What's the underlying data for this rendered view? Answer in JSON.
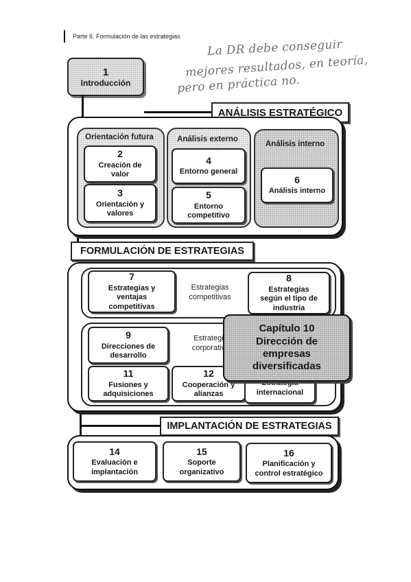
{
  "header": {
    "text": "Parte II. Formulación de las estrategias",
    "handwritten_lines": [
      "La DR debe conseguir",
      "mejores resultados, en teoría,",
      "pero en práctica no."
    ]
  },
  "intro": {
    "number": "1",
    "label": "Introducción"
  },
  "analisis": {
    "title": "ANÁLISIS ESTRATÉGICO",
    "columns": [
      {
        "title": "Orientación futura",
        "boxes": [
          {
            "number": "2",
            "lines": [
              "Creación de",
              "valor"
            ]
          },
          {
            "number": "3",
            "lines": [
              "Orientación y",
              "valores"
            ]
          }
        ]
      },
      {
        "title": "Análisis externo",
        "boxes": [
          {
            "number": "4",
            "lines": [
              "Entorno general"
            ]
          },
          {
            "number": "5",
            "lines": [
              "Entorno",
              "competitivo"
            ]
          }
        ]
      },
      {
        "title": "Análisis interno",
        "boxes": [
          {
            "number": "6",
            "lines": [
              "Análisis interno"
            ]
          }
        ]
      }
    ]
  },
  "formulacion": {
    "title": "FORMULACIÓN DE ESTRATEGIAS",
    "competitive": {
      "left": {
        "number": "7",
        "lines": [
          "Estrategias y",
          "ventajas",
          "competitivas"
        ]
      },
      "middle": [
        "Estrategias",
        "competitivas"
      ],
      "right": {
        "number": "8",
        "lines": [
          "Estrategias",
          "según el tipo de",
          "industria"
        ]
      }
    },
    "corporate": {
      "left": {
        "number": "9",
        "lines": [
          "Direcciones de",
          "desarrollo"
        ]
      },
      "middle": [
        "Estrategia",
        "corporativa"
      ],
      "bottom_left": {
        "number": "11",
        "lines": [
          "Fusiones y",
          "adquisiciones"
        ]
      },
      "bottom_mid": {
        "number": "12",
        "lines": [
          "Cooperación y",
          "alianzas"
        ]
      },
      "bottom_right": {
        "number": "",
        "lines": [
          "Estrategia",
          "internacional"
        ]
      }
    },
    "chapter": {
      "lines": [
        "Capítulo 10",
        "Dirección de",
        "empresas",
        "diversificadas"
      ]
    }
  },
  "implantacion": {
    "title": "IMPLANTACIÓN DE ESTRATEGIAS",
    "boxes": [
      {
        "number": "14",
        "lines": [
          "Evaluación e",
          "implantación"
        ]
      },
      {
        "number": "15",
        "lines": [
          "Soporte",
          "organizativo"
        ]
      },
      {
        "number": "16",
        "lines": [
          "Planificación y",
          "control estratégico"
        ]
      }
    ]
  }
}
